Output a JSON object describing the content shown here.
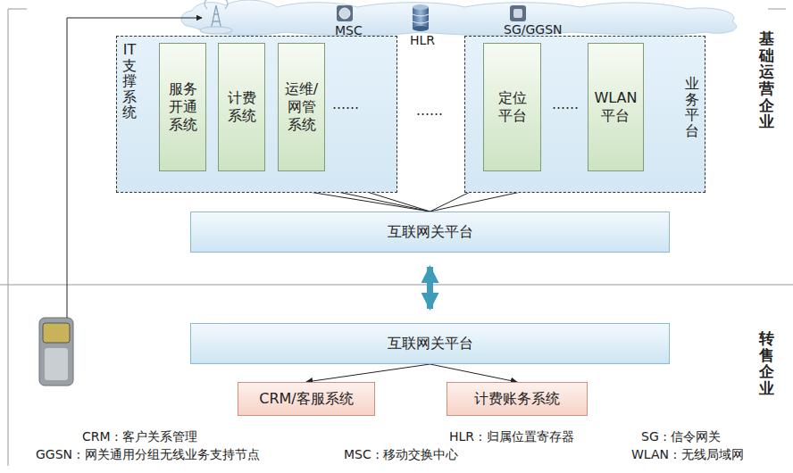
{
  "diagram": {
    "nodes": [
      {
        "text": [
          "IT支撑系统"
        ]
      },
      {
        "text": [
          "服务开通系统"
        ],
        "in": 0
      },
      {
        "text": [
          "计费系统"
        ],
        "in": 0
      },
      {
        "text": [
          "运维/网管系统"
        ],
        "in": 0
      },
      {
        "text": [
          "业务平台"
        ]
      },
      {
        "text": [
          "定位平台"
        ],
        "in": 4
      },
      {
        "text": [
          "WLAN平台"
        ],
        "in": 4
      },
      {
        "text": [
          "互联网关平台"
        ]
      },
      {
        "text": [
          "互联网关平台"
        ]
      },
      {
        "text": [
          "CRM/客服系统"
        ]
      },
      {
        "text": [
          "计费账务系统"
        ]
      }
    ],
    "edges": [
      {
        "from": 7,
        "to": 1,
        "arrow": "to"
      },
      {
        "from": 7,
        "to": 2,
        "arrow": "to"
      },
      {
        "from": 7,
        "to": 3,
        "arrow": "to"
      },
      {
        "from": 7,
        "to": 5,
        "arrow": "to"
      },
      {
        "from": 7,
        "to": 6,
        "arrow": "to"
      },
      {
        "from": 7,
        "to": 8,
        "arrow": "both"
      },
      {
        "from": 8,
        "to": 9,
        "arrow": "to"
      },
      {
        "from": 8,
        "to": 10,
        "arrow": "to"
      }
    ],
    "labels": [
      "MSC",
      "HLR",
      "SG/GGSN",
      "……",
      "……",
      "……",
      "基础运营企业",
      "转售企业",
      "CRM : 客户关系管理",
      "HLR : 归属位置寄存器",
      "SG : 信令网关",
      "GGSN : 网关通用分组无线业务支持节点",
      "MSC : 移动交换中心",
      "WLAN : 无线局域网"
    ]
  }
}
